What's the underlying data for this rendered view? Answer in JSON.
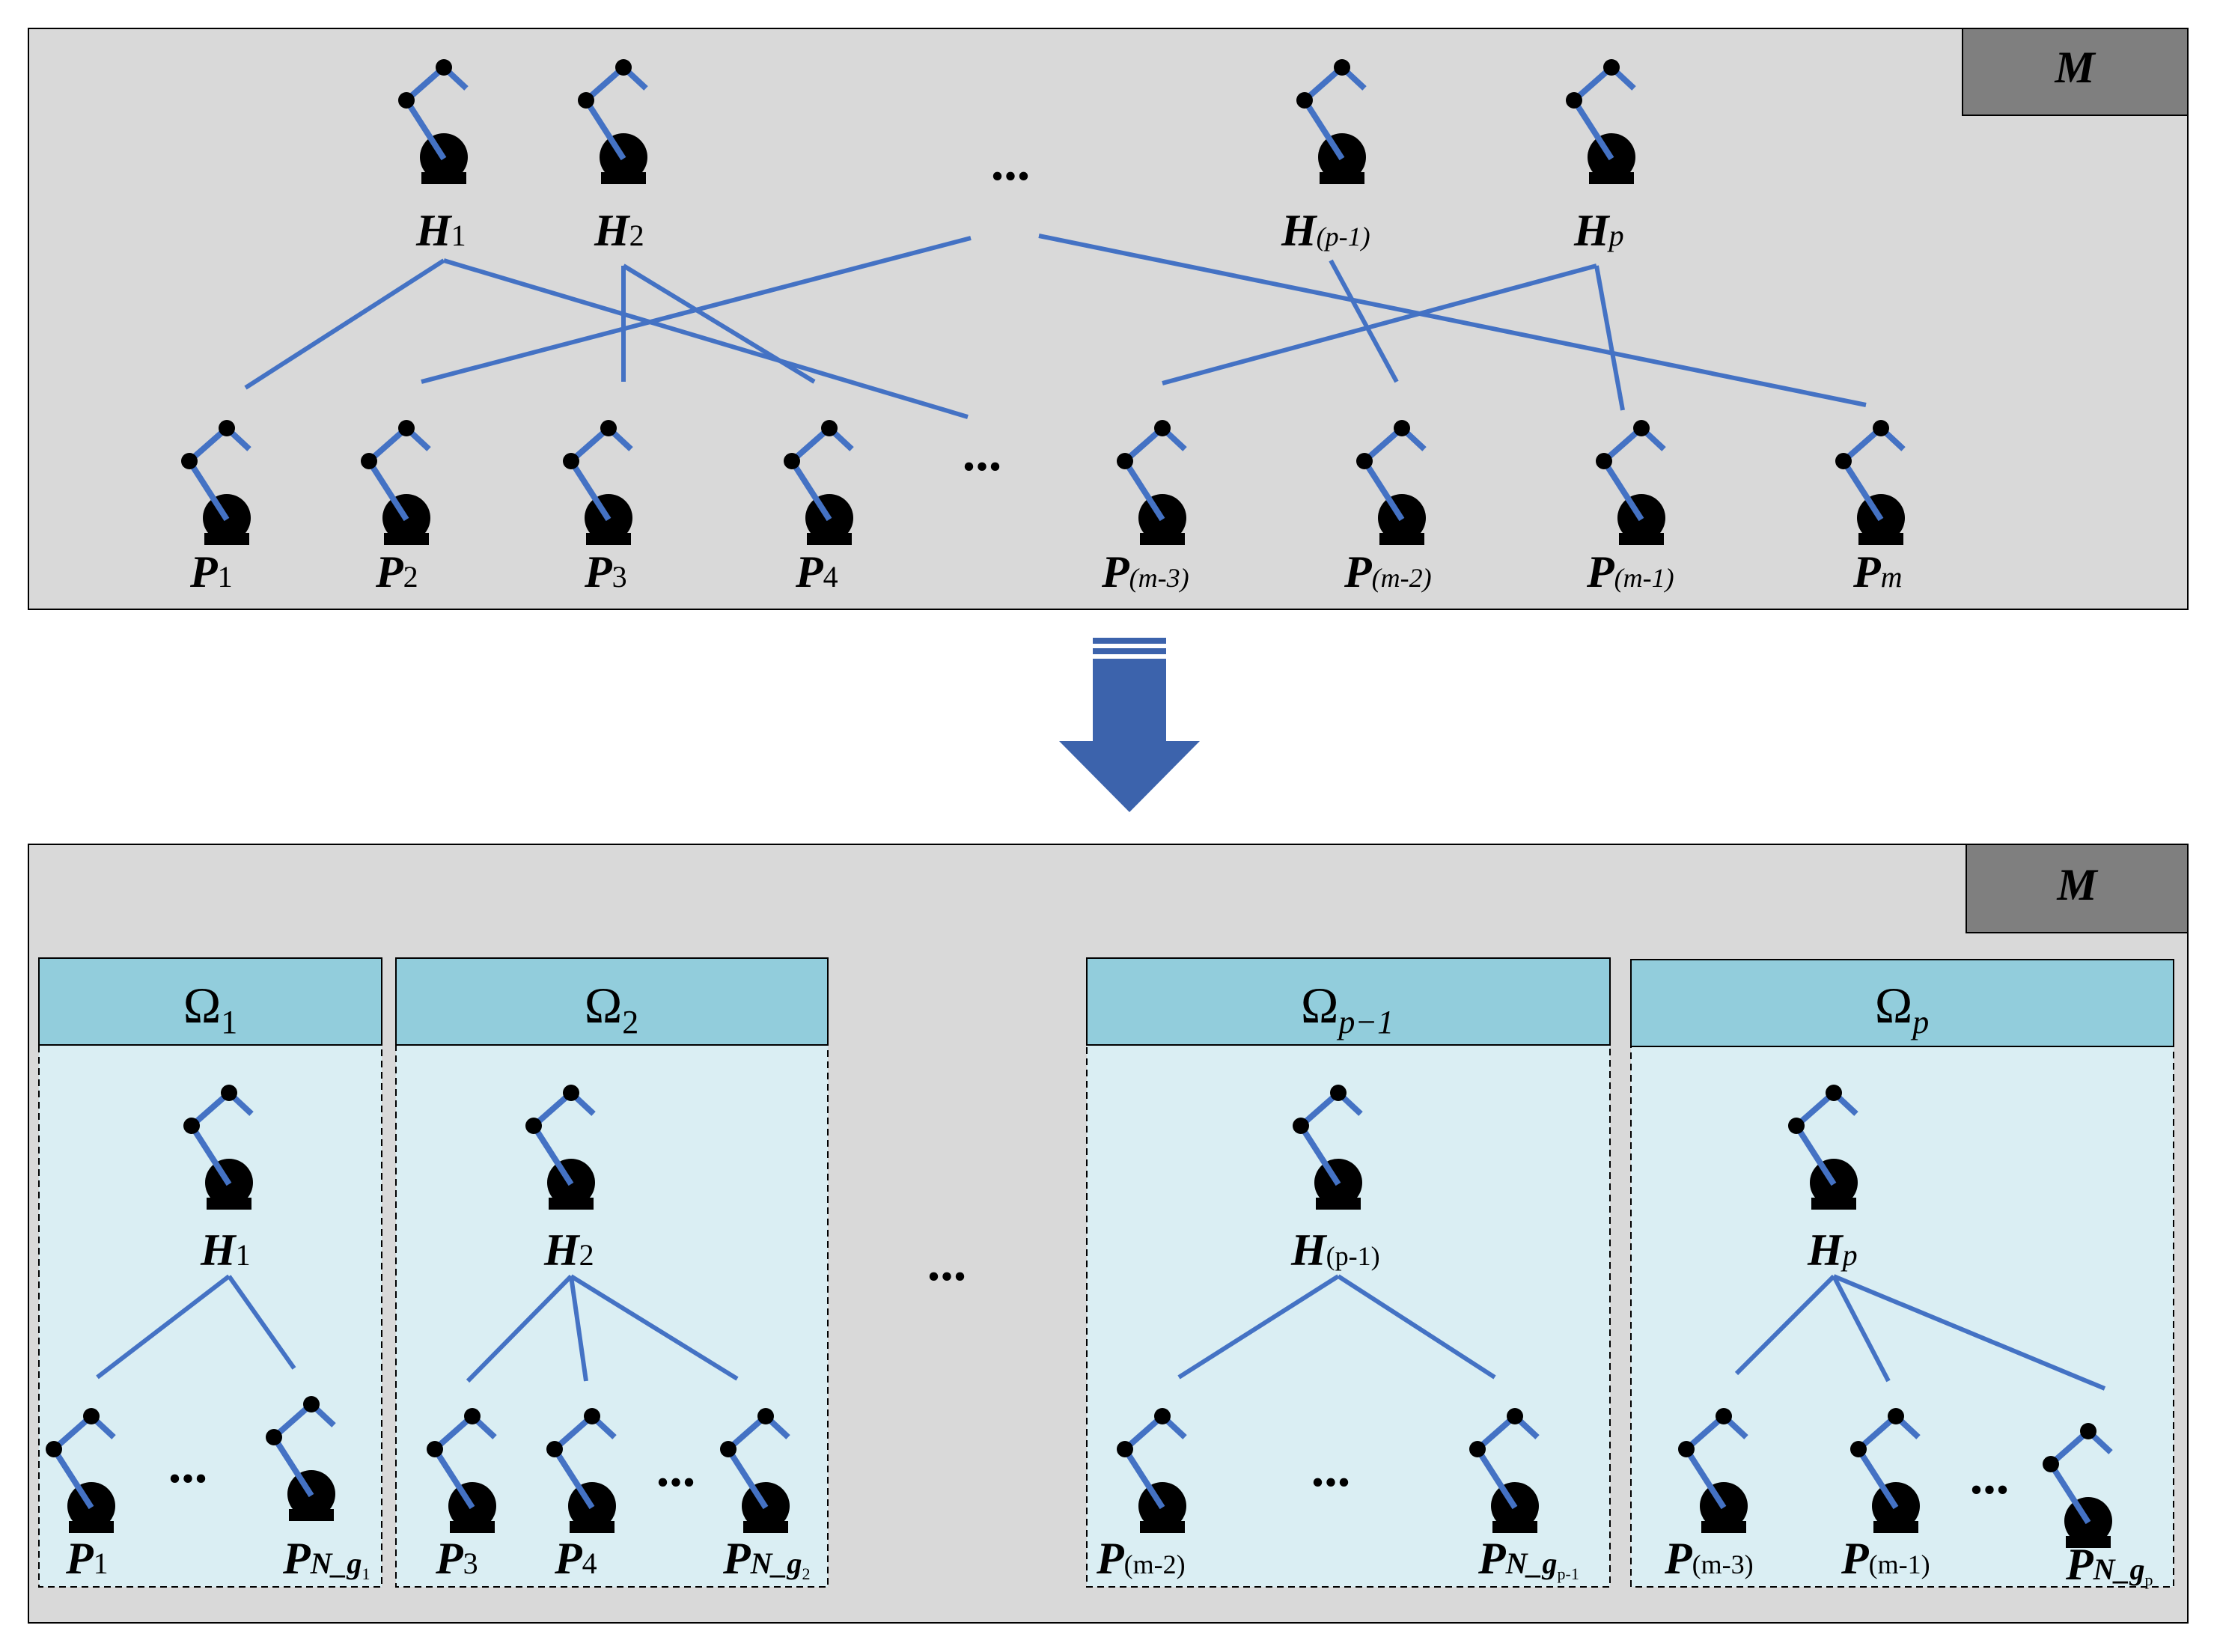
{
  "colors": {
    "panel_bg": "#d9d9d9",
    "m_box": "#7f7f7f",
    "group_header": "#92cddc",
    "group_body": "#daeef3",
    "link": "#4472c4",
    "arrow": "#3c63ac",
    "robot": "#000000"
  },
  "top_panel": {
    "m_label": "M",
    "ellipsis_hubs": "...",
    "ellipsis_pickers": "...",
    "hubs": [
      {
        "main": "H",
        "sub": "1",
        "sub_italic": false
      },
      {
        "main": "H",
        "sub": "2",
        "sub_italic": false
      },
      {
        "main": "H",
        "sub": "(p-1)",
        "sub_italic": true
      },
      {
        "main": "H",
        "sub": "p",
        "sub_italic": true
      }
    ],
    "pickers": [
      {
        "main": "P",
        "sub": "1",
        "sub_italic": false
      },
      {
        "main": "P",
        "sub": "2",
        "sub_italic": false
      },
      {
        "main": "P",
        "sub": "3",
        "sub_italic": false
      },
      {
        "main": "P",
        "sub": "4",
        "sub_italic": false
      },
      {
        "main": "P",
        "sub": "(m-3)",
        "sub_italic": true
      },
      {
        "main": "P",
        "sub": "(m-2)",
        "sub_italic": true
      },
      {
        "main": "P",
        "sub": "(m-1)",
        "sub_italic": true
      },
      {
        "main": "P",
        "sub": "m",
        "sub_italic": true
      }
    ]
  },
  "bottom_panel": {
    "m_label": "M",
    "ellipsis_groups": "...",
    "groups": [
      {
        "title": "Ω",
        "title_sub": "1",
        "hub": {
          "main": "H",
          "sub": "1"
        },
        "ellipsis": "...",
        "pickers": [
          {
            "main": "P",
            "sub": "1"
          },
          {
            "main": "P",
            "sub": "N_g",
            "sub2": "1"
          }
        ]
      },
      {
        "title": "Ω",
        "title_sub": "2",
        "hub": {
          "main": "H",
          "sub": "2"
        },
        "ellipsis": "...",
        "pickers": [
          {
            "main": "P",
            "sub": "3"
          },
          {
            "main": "P",
            "sub": "4"
          },
          {
            "main": "P",
            "sub": "N_g",
            "sub2": "2"
          }
        ]
      },
      {
        "title": "Ω",
        "title_sub": "p−1",
        "hub": {
          "main": "H",
          "sub": "(p-1)"
        },
        "ellipsis": "...",
        "pickers": [
          {
            "main": "P",
            "sub": "(m-2)"
          },
          {
            "main": "P",
            "sub": "N_g",
            "sub2": "p-1"
          }
        ]
      },
      {
        "title": "Ω",
        "title_sub": "p",
        "hub": {
          "main": "H",
          "sub": "p"
        },
        "ellipsis": "...",
        "pickers": [
          {
            "main": "P",
            "sub": "(m-3)"
          },
          {
            "main": "P",
            "sub": "(m-1)"
          },
          {
            "main": "P",
            "sub": "N_g",
            "sub2": "p"
          }
        ]
      }
    ]
  }
}
